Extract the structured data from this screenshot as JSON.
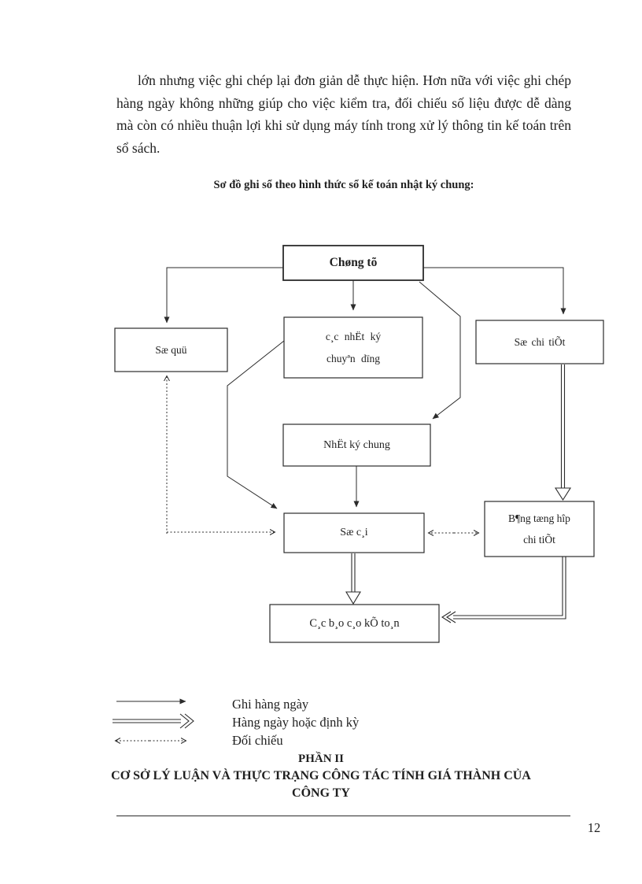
{
  "document": {
    "paragraph": "lớn nhưng việc ghi chép lại đơn giản dễ thực hiện. Hơn nữa với việc ghi chép hàng ngày không những giúp cho việc kiểm tra, đối chiếu số liệu được dễ dàng mà còn có nhiều thuận lợi khi sử dụng máy tính trong xử lý thông tin kế toán trên sổ sách.",
    "caption": "Sơ đồ ghi sổ theo hình thức sổ kế toán nhật ký chung:"
  },
  "flowchart": {
    "boxes": {
      "chungtu": "Chøng tõ",
      "soquy": "Sæ quü",
      "cac_nhatky_line1": "c¸c nhËt ký",
      "cac_nhatky_line2": "chuyªn dïng",
      "sochitiet": "Sæ chi tiÕt",
      "nhatkychung": "NhËt ký chung",
      "socai": "Sæ c¸i",
      "bangtonghop_line1": "B¶ng tæng hîp",
      "bangtonghop_line2": "chi tiÕt",
      "baocao": "C¸c b¸o c¸o kÕ to¸n"
    },
    "legend": [
      {
        "style": "solid-thin-arrow",
        "label": "Ghi hàng ngày"
      },
      {
        "style": "double-line-arrow",
        "label": "Hàng ngày hoặc định kỳ"
      },
      {
        "style": "dotted-double-arrow",
        "label": "Đối chiếu"
      }
    ]
  },
  "footer": {
    "part_heading": "PHẦN II",
    "part_title_line1": "CƠ SỞ LÝ LUẬN VÀ THỰC TRẠNG CÔNG TÁC TÍNH GIÁ THÀNH CỦA",
    "part_title_line2": "CÔNG TY",
    "page_number": "12"
  },
  "colors": {
    "ink": "#1f1f1f",
    "line": "#2b2b2b",
    "paper": "#ffffff"
  }
}
